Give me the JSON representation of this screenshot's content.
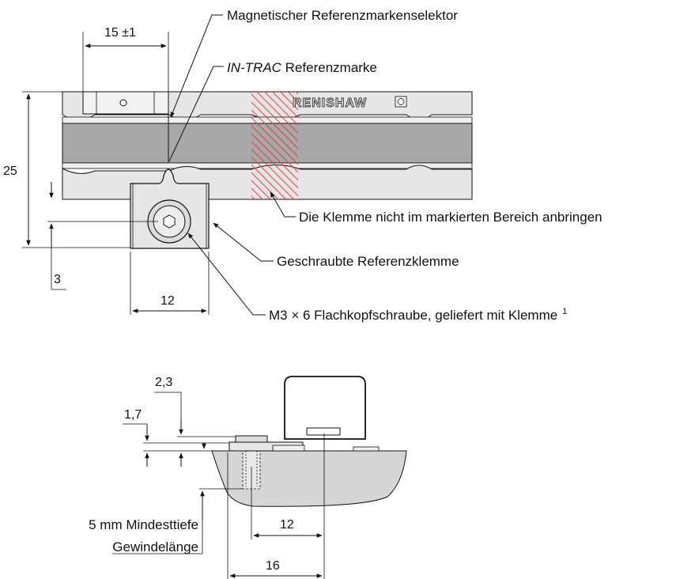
{
  "top_view": {
    "dims": {
      "width_15": "15 ±1",
      "height_25": "25",
      "offset_3": "3",
      "width_12": "12"
    },
    "callouts": {
      "selector": "Magnetischer Referenzmarkenselektor",
      "in_trac_italic": "IN-TRAC",
      "in_trac_rest": " Referenzmarke",
      "no_clamp_zone": "Die Klemme nicht im markierten Bereich anbringen",
      "clamp": "Geschraubte Referenzklemme",
      "screw": "M3 × 6 Flachkopfschraube, geliefert mit Klemme",
      "screw_note": "1"
    },
    "logo_text": "RENISHAW"
  },
  "side_view": {
    "dims": {
      "d_2_3": "2,3",
      "d_1_7": "1,7",
      "d_12": "12",
      "d_16": "16"
    },
    "callouts": {
      "min_depth": "5 mm Mindesttiefe",
      "thread_length": "Gewindelänge"
    }
  },
  "colors": {
    "scale_light": "#e6e6e6",
    "scale_band": "#a8a8a8",
    "substrate": "#d6d6d6",
    "hatch": "#e63c3c"
  }
}
